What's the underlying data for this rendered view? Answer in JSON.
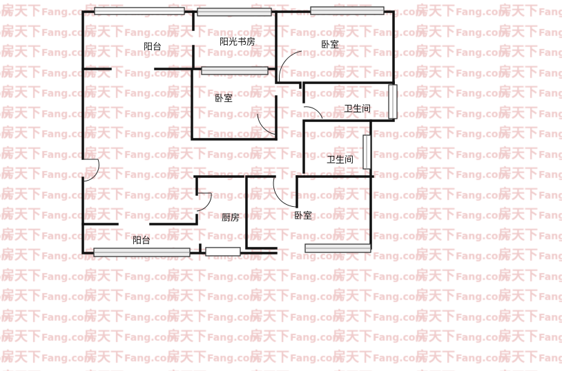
{
  "watermark": {
    "brand": "房天下",
    "suffix": "Fang.com",
    "color": "#f0cccc"
  },
  "rooms": [
    {
      "id": "balcony-north",
      "label": "阳台"
    },
    {
      "id": "sun-study",
      "label": "阳光书房"
    },
    {
      "id": "bedroom-northeast",
      "label": "卧室"
    },
    {
      "id": "bedroom-middle",
      "label": "卧室"
    },
    {
      "id": "bathroom-1",
      "label": "卫生间"
    },
    {
      "id": "bathroom-2",
      "label": "卫生间"
    },
    {
      "id": "kitchen",
      "label": "厨房"
    },
    {
      "id": "bedroom-south",
      "label": "卧室"
    },
    {
      "id": "balcony-south",
      "label": "阳台"
    }
  ]
}
